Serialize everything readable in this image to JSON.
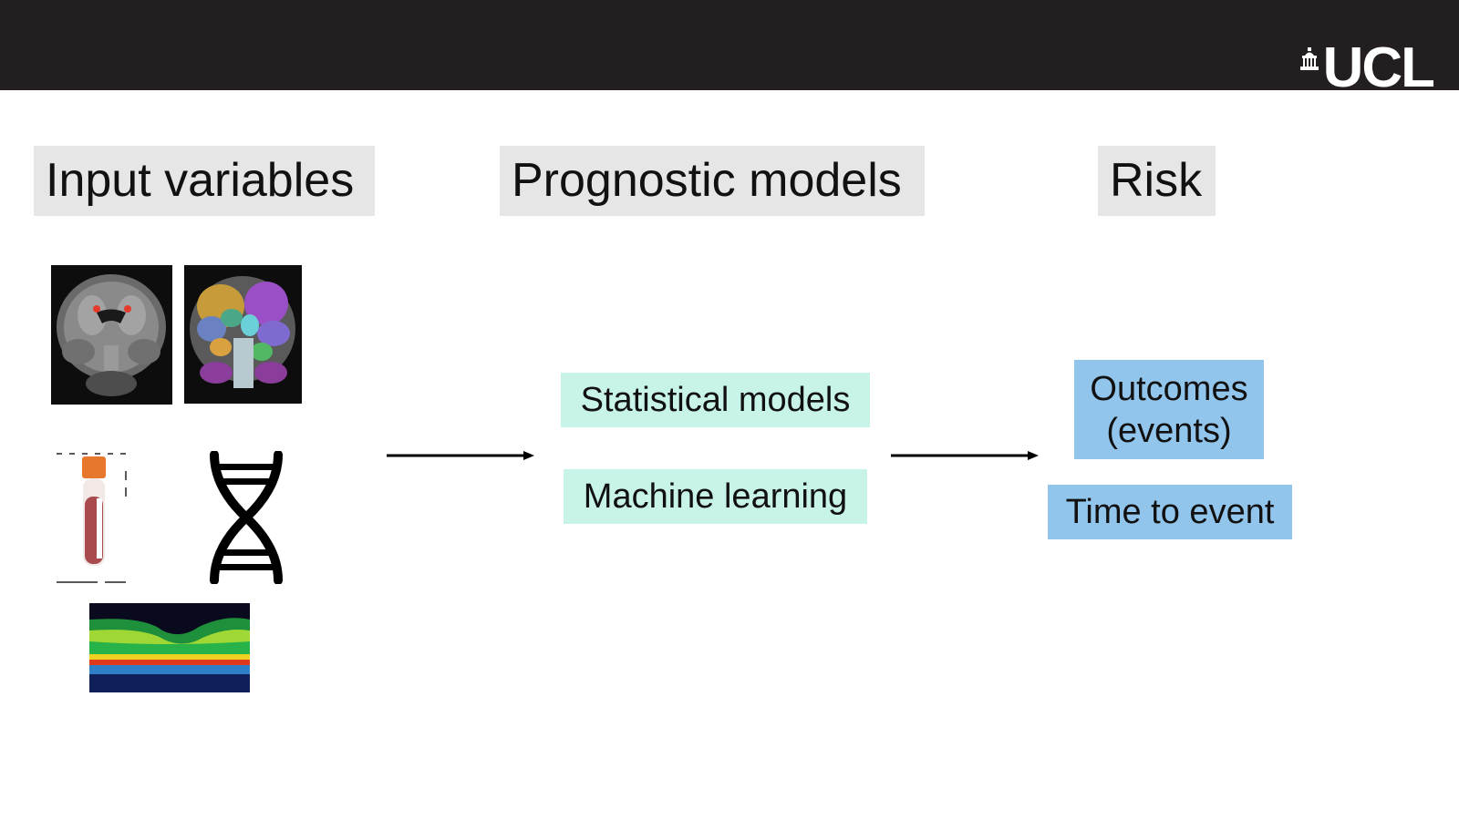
{
  "logo": {
    "text": "UCL",
    "icon": "portico-icon"
  },
  "headers": {
    "input": "Input variables",
    "models": "Prognostic models",
    "risk": "Risk"
  },
  "models": {
    "statistical": "Statistical models",
    "ml": "Machine learning"
  },
  "risk": {
    "outcomes_line1": "Outcomes",
    "outcomes_line2": "(events)",
    "time": "Time to event"
  },
  "input_images": [
    "brain-mri-lesion-image",
    "brain-mri-segmentation-image",
    "blood-tube-icon",
    "dna-icon",
    "retinal-oct-image"
  ],
  "colors": {
    "topbar": "#231f20",
    "header_bg": "#e6e6e6",
    "model_bg": "#c8f3e8",
    "risk_bg": "#92c5ec"
  }
}
